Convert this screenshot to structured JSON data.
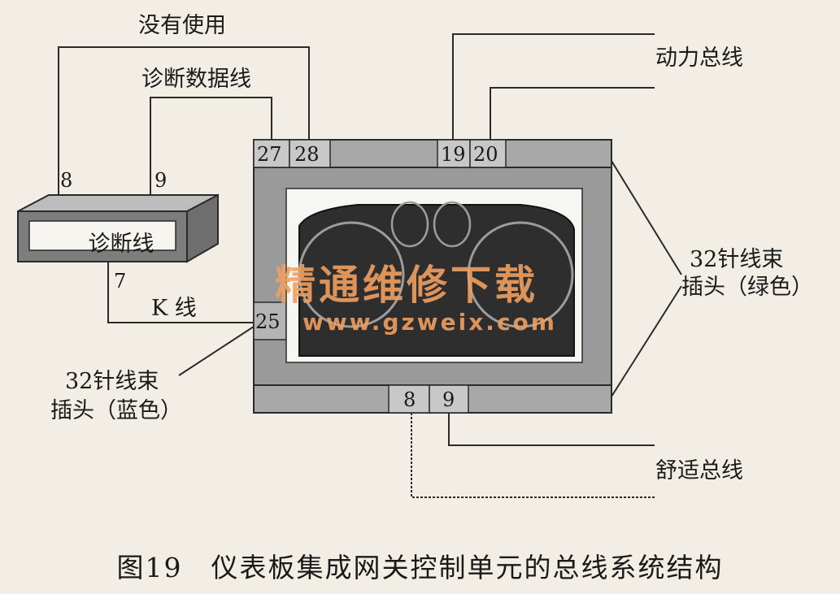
{
  "labels": {
    "not_used": "没有使用",
    "diag_data_line": "诊断数据线",
    "diag_line": "诊断线",
    "k_line": "K 线",
    "power_bus": "动力总线",
    "comfort_bus": "舒适总线",
    "harness_green_line1": "32针线束",
    "harness_green_line2": "插头（绿色）",
    "harness_blue_line1": "32针线束",
    "harness_blue_line2": "插头（蓝色）"
  },
  "pins": {
    "p8_left": "8",
    "p9_left": "9",
    "p7": "7",
    "p27": "27",
    "p28": "28",
    "p19": "19",
    "p20": "20",
    "p25": "25",
    "p8_bottom": "8",
    "p9_bottom": "9"
  },
  "watermark": {
    "line1": "精通维修下载",
    "line2": "www.gzweix.com"
  },
  "caption": "图19　仪表板集成网关控制单元的总线系统结构",
  "colors": {
    "line": "#2a2a2a",
    "frame": "#9a9a9a",
    "frame_light": "#c8c8c8",
    "screen": "#2e2e2e",
    "watermark": "#f0a060"
  }
}
